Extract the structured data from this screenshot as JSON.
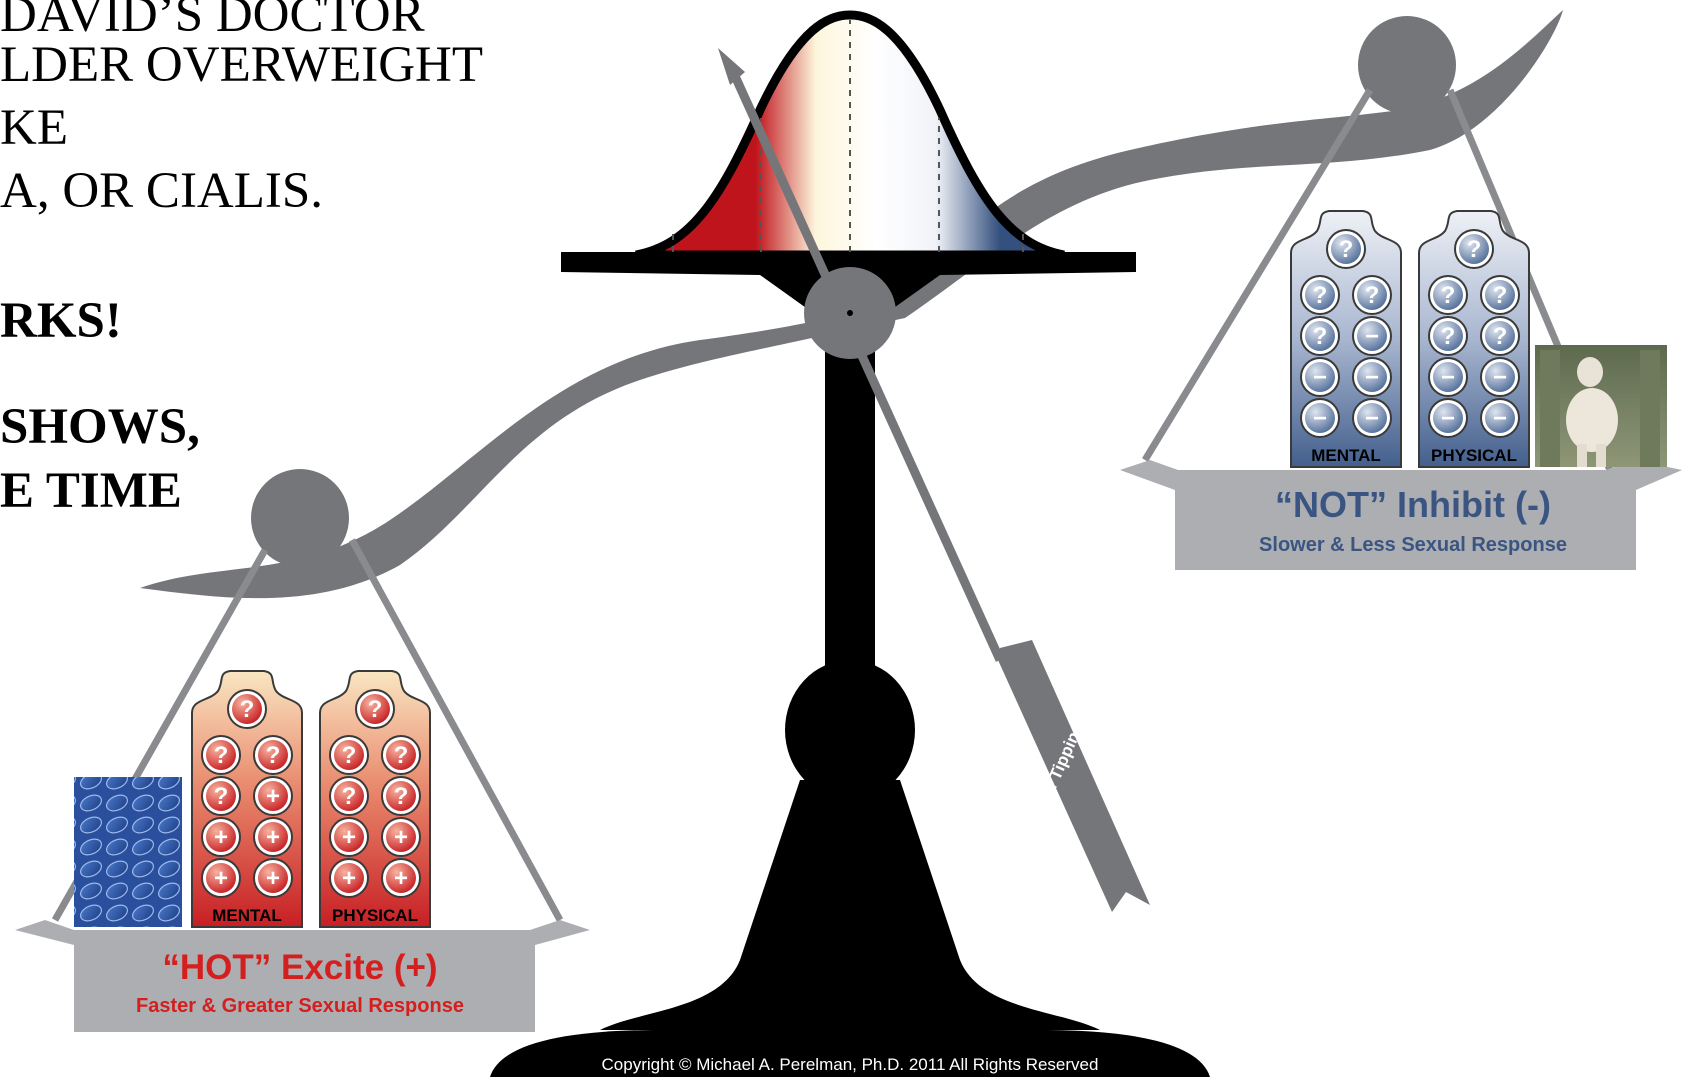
{
  "slide_text": {
    "lines": [
      "DAVID’S DOCTOR",
      "LDER OVERWEIGHT",
      "KE",
      "A, OR CIALIS.",
      "RKS!",
      "SHOWS,",
      "E TIME"
    ]
  },
  "diagram": {
    "curve_colors": {
      "excite": "#c0141c",
      "neutral": "#fdf6dc",
      "inhibit": "#34507e"
    },
    "tipping_point_label": "The Sexual Tipping Point",
    "left_pan": {
      "title": "“HOT” Excite (+)",
      "subtitle": "Faster & Greater Sexual Response",
      "title_color": "#d41f1f",
      "weights": [
        {
          "label": "MENTAL",
          "top": "?",
          "grid": [
            "?",
            "?",
            "?",
            "+",
            "+",
            "+",
            "+",
            "+"
          ]
        },
        {
          "label": "PHYSICAL",
          "top": "?",
          "grid": [
            "?",
            "?",
            "?",
            "?",
            "+",
            "+",
            "+",
            "+"
          ]
        }
      ],
      "photo": "blue-pills"
    },
    "right_pan": {
      "title": "“NOT” Inhibit (-)",
      "subtitle": "Slower & Less Sexual Response",
      "title_color": "#3a5582",
      "weights": [
        {
          "label": "MENTAL",
          "top": "?",
          "grid": [
            "?",
            "?",
            "?",
            "−",
            "−",
            "−",
            "−",
            "−"
          ]
        },
        {
          "label": "PHYSICAL",
          "top": "?",
          "grid": [
            "?",
            "?",
            "?",
            "?",
            "−",
            "−",
            "−",
            "−"
          ]
        }
      ],
      "photo": "david-statue"
    },
    "copyright": "Copyright © Michael A. Perelman, Ph.D. 2011 All Rights Reserved"
  }
}
